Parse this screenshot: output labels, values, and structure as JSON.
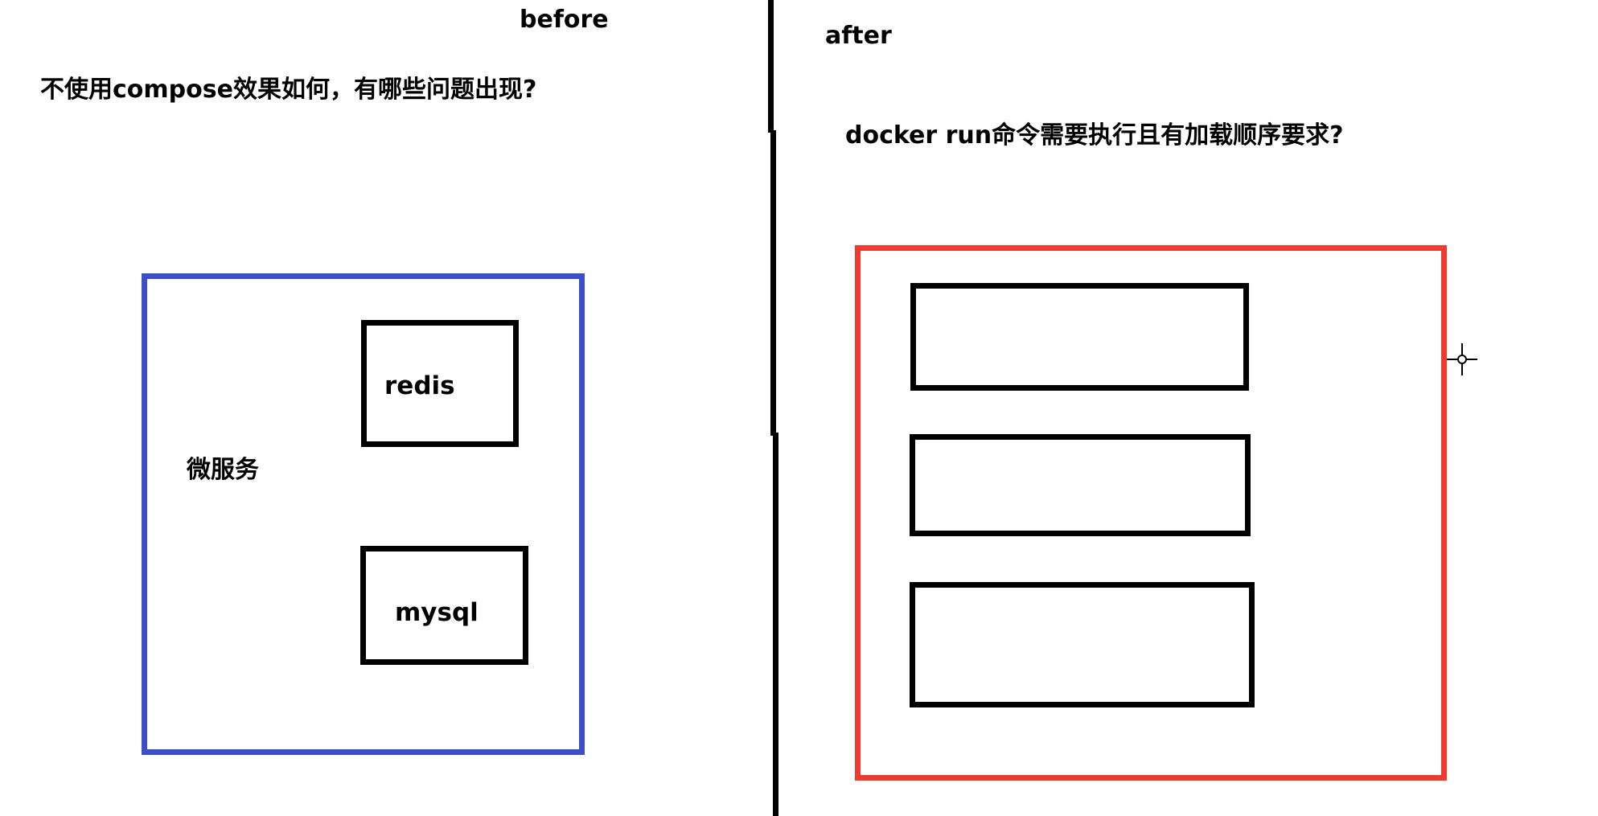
{
  "left_panel": {
    "title": "before",
    "question": "不使用compose效果如何，有哪些问题出现?",
    "container_label": "微服务",
    "redis_label": "redis",
    "mysql_label": "mysql"
  },
  "right_panel": {
    "title": "after",
    "question": "docker run命令需要执行且有加载顺序要求?"
  },
  "colors": {
    "left_container": "#3b4fc8",
    "right_container": "#ee3a2f",
    "inner_box": "#000000",
    "divider": "#000000"
  },
  "icons": {
    "cursor": "crosshair-cursor-icon"
  }
}
